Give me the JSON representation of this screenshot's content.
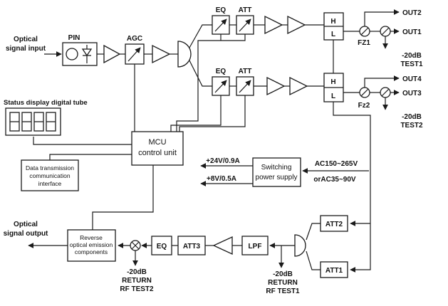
{
  "colors": {
    "ink": "#1a1a1a",
    "background": "#ffffff"
  },
  "input": {
    "line1": "Optical",
    "line2": "signal input"
  },
  "pin": {
    "label": "PIN"
  },
  "agc": {
    "label": "AGC"
  },
  "branch1": {
    "eq": "EQ",
    "att": "ATT",
    "h": "H",
    "l": "L",
    "tap": "FZ1",
    "out_top": "OUT2",
    "out_main": "OUT1",
    "test_line1": "-20dB",
    "test_line2": "TEST1"
  },
  "branch2": {
    "eq": "EQ",
    "att": "ATT",
    "h": "H",
    "l": "L",
    "tap": "Fz2",
    "out_top": "OUT4",
    "out_main": "OUT3",
    "test_line1": "-20dB",
    "test_line2": "TEST2"
  },
  "status": {
    "label": "Status display digital tube"
  },
  "mcu": {
    "line1": "MCU",
    "line2": "control unit"
  },
  "data_if": {
    "line1": "Data transmission",
    "line2": "communication",
    "line3": "interface"
  },
  "psu": {
    "line1": "Switching",
    "line2": "power supply",
    "dc1": "+24V/0.9A",
    "dc2": "+8V/0.5A",
    "ac1": "AC150~265V",
    "ac2": "orAC35~90V"
  },
  "reverse": {
    "out1": "Optical",
    "out2": "signal output",
    "box1": "Reverse",
    "box2": "optical emission",
    "box3": "components",
    "eq": "EQ",
    "att3": "ATT3",
    "lpf": "LPF",
    "att2": "ATT2",
    "att1": "ATT1",
    "t2a": "-20dB",
    "t2b": "RETURN",
    "t2c": "RF TEST2",
    "t1a": "-20dB",
    "t1b": "RETURN",
    "t1c": "RF TEST1"
  }
}
